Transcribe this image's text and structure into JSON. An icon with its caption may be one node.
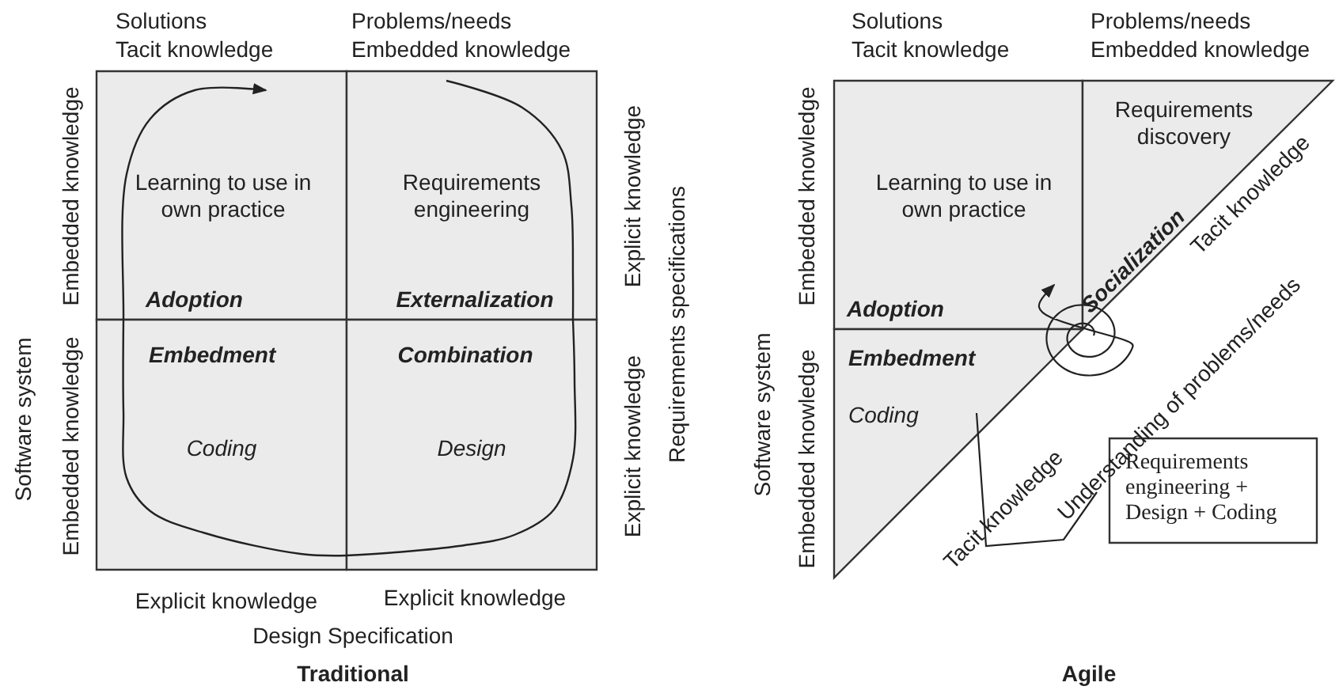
{
  "diagram": {
    "nodes": [
      {
        "text": [
          "Learning to use in own practice",
          "Adoption"
        ]
      },
      {
        "text": [
          "Requirements engineering",
          "Externalization"
        ]
      },
      {
        "text": [
          "Embedment",
          "Coding"
        ]
      },
      {
        "text": [
          "Combination",
          "Design"
        ]
      },
      {
        "text": [
          "Learning to use in own practice",
          "Adoption"
        ]
      },
      {
        "text": [
          "Requirements discovery",
          "Socialization"
        ]
      },
      {
        "text": [
          "Embedment",
          "Coding"
        ]
      },
      {
        "text": [
          "Requirements engineering + Design + Coding"
        ]
      }
    ],
    "edges": [
      {
        "from": 1,
        "to": 3,
        "arrow": "none"
      },
      {
        "from": 3,
        "to": 2,
        "arrow": "none"
      },
      {
        "from": 2,
        "to": 0,
        "arrow": "to"
      }
    ],
    "labels": [
      "Solutions",
      "Tacit knowledge",
      "Problems/needs",
      "Embedded knowledge",
      "Software system",
      "Embedded knowledge",
      "Embedded knowledge",
      "Explicit knowledge",
      "Explicit knowledge",
      "Requirements specifications",
      "Explicit knowledge",
      "Explicit knowledge",
      "Design Specification",
      "Traditional",
      "Solutions",
      "Tacit knowledge",
      "Problems/needs",
      "Embedded knowledge",
      "Software system",
      "Embedded knowledge",
      "Embedded knowledge",
      "Tacit knowledge",
      "Understanding of problems/needs",
      "Tacit knowledge",
      "Agile"
    ]
  }
}
